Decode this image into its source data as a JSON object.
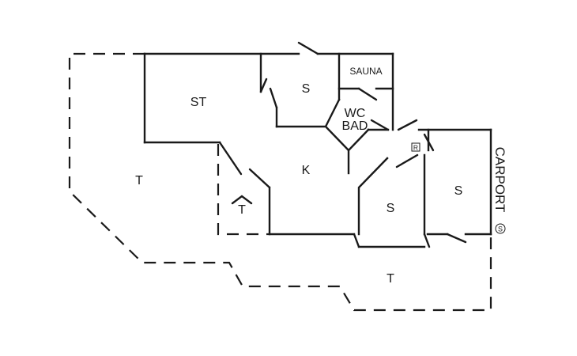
{
  "floorplan": {
    "rooms": {
      "st": "ST",
      "s_top": "S",
      "sauna": "SAUNA",
      "wc": "WC",
      "bad": "BAD",
      "k": "K",
      "t_left": "T",
      "t_small": "T",
      "s_mid": "S",
      "s_right": "S",
      "t_bottom": "T"
    },
    "carport": "CARPORT",
    "symbols": {
      "r": "R",
      "s": "S"
    }
  }
}
